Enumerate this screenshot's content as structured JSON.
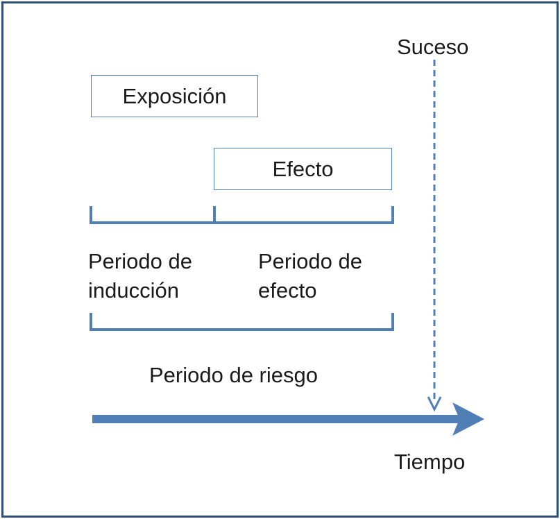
{
  "labels": {
    "exposure": "Exposición",
    "effect": "Efecto",
    "event": "Suceso",
    "induction_period": [
      "Periodo de",
      "inducción"
    ],
    "effect_period": [
      "Periodo de",
      "efecto"
    ],
    "risk_period": "Periodo de riesgo",
    "time": "Tiempo"
  },
  "colors": {
    "line": "#4f7fb5",
    "frame": "#2f4f7a",
    "text": "#1a1a1a"
  }
}
